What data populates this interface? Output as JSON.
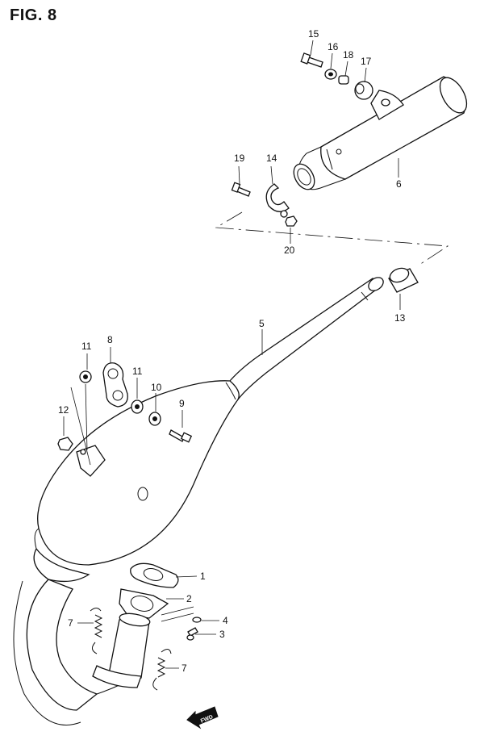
{
  "figure": {
    "title": "FIG. 8"
  },
  "callouts": {
    "c1": "1",
    "c2": "2",
    "c3": "3",
    "c4": "4",
    "c5": "5",
    "c6": "6",
    "c7a": "7",
    "c7b": "7",
    "c8": "8",
    "c9": "9",
    "c10": "10",
    "c11a": "11",
    "c11b": "11",
    "c12": "12",
    "c13": "13",
    "c14": "14",
    "c15": "15",
    "c16": "16",
    "c17": "17",
    "c18": "18",
    "c19": "19",
    "c20": "20"
  },
  "direction_marker": {
    "label": "FWD",
    "icon": "fwd-arrow-icon"
  }
}
